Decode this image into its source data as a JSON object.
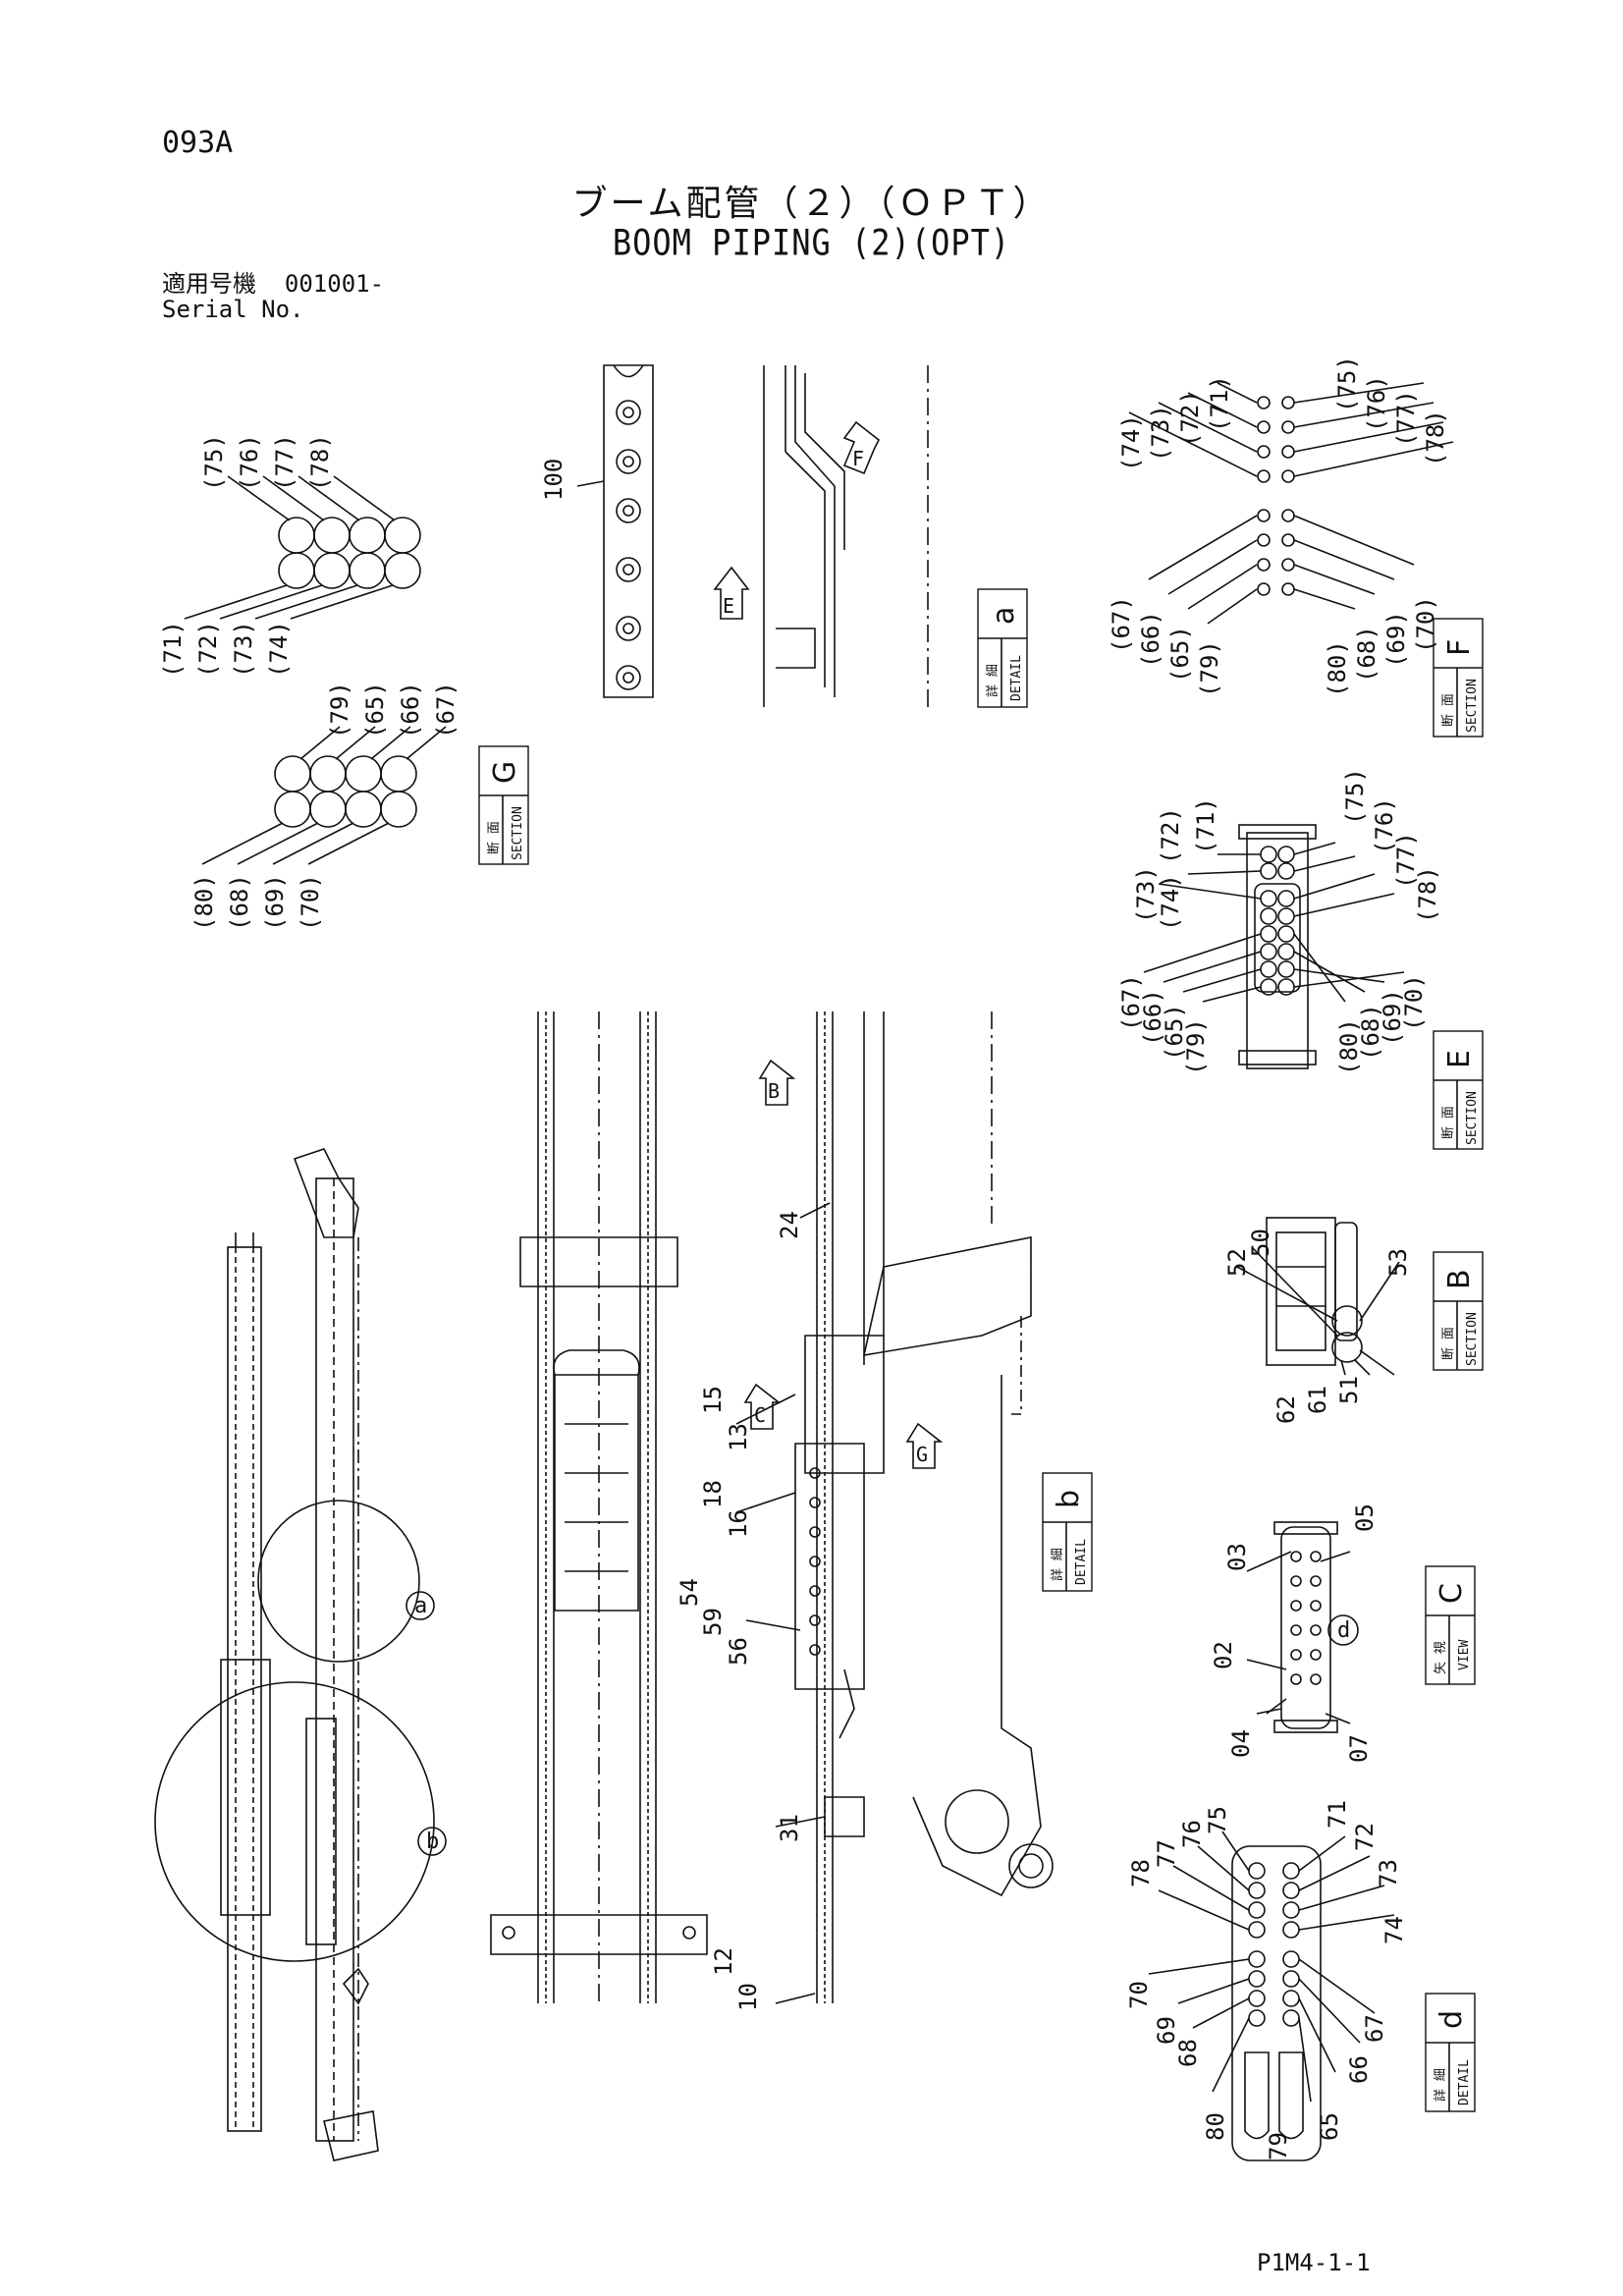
{
  "header": {
    "code": "093A",
    "title_jp": "ブーム配管（２）（ＯＰＴ）",
    "title_en": "BOOM PIPING (2)(OPT)",
    "serial_label_jp": "適用号機",
    "serial_value": "001001-",
    "serial_label_en": "Serial No."
  },
  "footer": {
    "page_id": "P1M4-1-1"
  },
  "tags": {
    "detail_a": {
      "jp": "詳 細",
      "en": "DETAIL",
      "letter": "a"
    },
    "detail_b": {
      "jp": "詳 細",
      "en": "DETAIL",
      "letter": "b"
    },
    "detail_d": {
      "jp": "詳 細",
      "en": "DETAIL",
      "letter": "d"
    },
    "section_g": {
      "jp": "断 面",
      "en": "SECTION",
      "letter": "G"
    },
    "section_f": {
      "jp": "断 面",
      "en": "SECTION",
      "letter": "F"
    },
    "section_e": {
      "jp": "断 面",
      "en": "SECTION",
      "letter": "E"
    },
    "section_b": {
      "jp": "断 面",
      "en": "SECTION",
      "letter": "B"
    },
    "view_c": {
      "jp": "矢 視",
      "en": "VIEW",
      "letter": "C"
    }
  },
  "arrow_labels": {
    "e": "E",
    "f": "F",
    "b": "B",
    "c": "C",
    "g": "G"
  },
  "circle_labels": {
    "a": "a",
    "b": "b",
    "d": "d"
  },
  "part_labels": {
    "g_top": [
      "(75)",
      "(76)",
      "(77)",
      "(78)"
    ],
    "g_mid": [
      "(71)",
      "(72)",
      "(73)",
      "(74)"
    ],
    "g_upper2": [
      "(79)",
      "(65)",
      "(66)",
      "(67)"
    ],
    "g_bottom": [
      "(80)",
      "(68)",
      "(69)",
      "(70)"
    ],
    "f_left_top": [
      "(74)",
      "(73)",
      "(72)",
      "(71)"
    ],
    "f_right_top": [
      "(75)",
      "(76)",
      "(77)",
      "(78)"
    ],
    "f_left_bot": [
      "(67)",
      "(66)",
      "(65)",
      "(79)"
    ],
    "f_right_bot": [
      "(80)",
      "(68)",
      "(69)",
      "(70)"
    ],
    "e_left_top": [
      "(73)",
      "(74)",
      "(72)",
      "(71)"
    ],
    "e_right_top": [
      "(75)",
      "(76)",
      "(77)",
      "(78)"
    ],
    "e_left_bot": [
      "(67)",
      "(66)",
      "(65)",
      "(79)"
    ],
    "e_right_bot": [
      "(80)",
      "(68)",
      "(69)",
      "(70)"
    ],
    "detail_a_part": "100",
    "detail_b_parts": [
      "24",
      "15",
      "13",
      "18",
      "16",
      "54",
      "59",
      "56",
      "31",
      "12",
      "10"
    ],
    "section_b_parts": [
      "52",
      "50",
      "53",
      "62",
      "61",
      "51"
    ],
    "view_c_parts": [
      "03",
      "05",
      "02",
      "04",
      "07"
    ],
    "detail_d_left": [
      "75",
      "76",
      "77",
      "78",
      "70",
      "69",
      "68",
      "80"
    ],
    "detail_d_right": [
      "71",
      "72",
      "73",
      "74",
      "67",
      "66",
      "65",
      "79"
    ]
  }
}
